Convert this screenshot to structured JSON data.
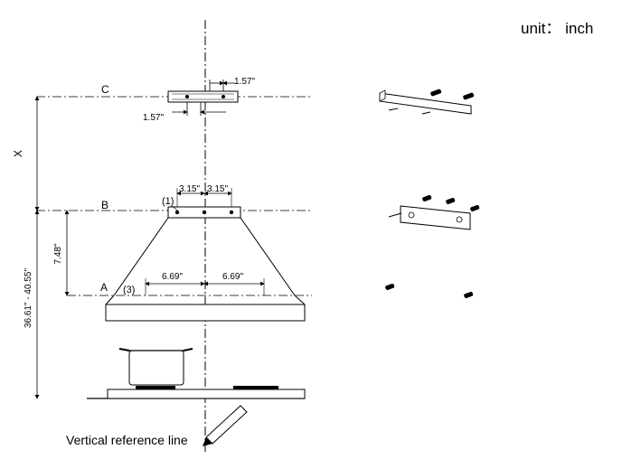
{
  "unit_label": "unit： inch",
  "reference_line_label": "Vertical reference line",
  "levels": {
    "c": "C",
    "b": "B",
    "a": "A"
  },
  "callouts": {
    "one": "(1)",
    "three": "(3)"
  },
  "dimensions": {
    "bracket_offset_right": "1.57\"",
    "bracket_offset_left": "1.57\"",
    "top_hole_left": "3.15\"",
    "top_hole_right": "3.15\"",
    "canopy_left": "6.69\"",
    "canopy_right": "6.69\"",
    "hood_height": "7.48\"",
    "mount_range": "36.61\" - 40.55\"",
    "x_distance": "X"
  }
}
